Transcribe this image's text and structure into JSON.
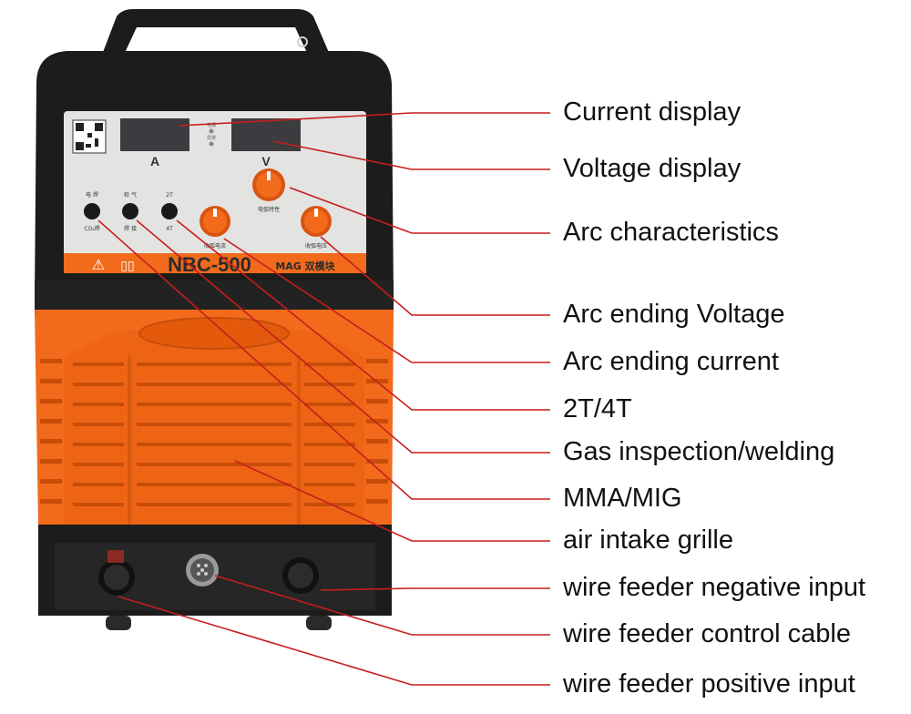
{
  "machine": {
    "model": "NBC-500",
    "mode_text": "MAG 双模块",
    "ammeter_unit": "A",
    "voltmeter_unit": "V",
    "switch_top_labels": [
      "电 焊",
      "检 气",
      "2T"
    ],
    "switch_bottom_labels": [
      "CO₂焊",
      "焊 接",
      "4T"
    ],
    "knob_labels": [
      "电弧特性",
      "收弧电流",
      "收弧电压"
    ],
    "indicator_labels": [
      "电源",
      "异常"
    ]
  },
  "callouts": [
    {
      "id": "current-display",
      "text": "Current display"
    },
    {
      "id": "voltage-display",
      "text": "Voltage display"
    },
    {
      "id": "arc-characteristics",
      "text": "Arc characteristics"
    },
    {
      "id": "arc-ending-voltage",
      "text": "Arc ending Voltage"
    },
    {
      "id": "arc-ending-current",
      "text": "Arc ending current"
    },
    {
      "id": "2t-4t",
      "text": "2T/4T"
    },
    {
      "id": "gas-inspection-welding",
      "text": "Gas inspection/welding"
    },
    {
      "id": "mma-mig",
      "text": "MMA/MIG"
    },
    {
      "id": "air-intake-grille",
      "text": "air intake grille"
    },
    {
      "id": "wire-feeder-negative-input",
      "text": "wire feeder negative input"
    },
    {
      "id": "wire-feeder-control-cable",
      "text": "wire feeder control cable"
    },
    {
      "id": "wire-feeder-positive-input",
      "text": "wire feeder positive input"
    }
  ],
  "colors": {
    "body_orange": "#f26a1b",
    "frame_black": "#1c1c1c",
    "panel_grey": "#e3e4e2",
    "leader_red": "#c81d1d"
  }
}
